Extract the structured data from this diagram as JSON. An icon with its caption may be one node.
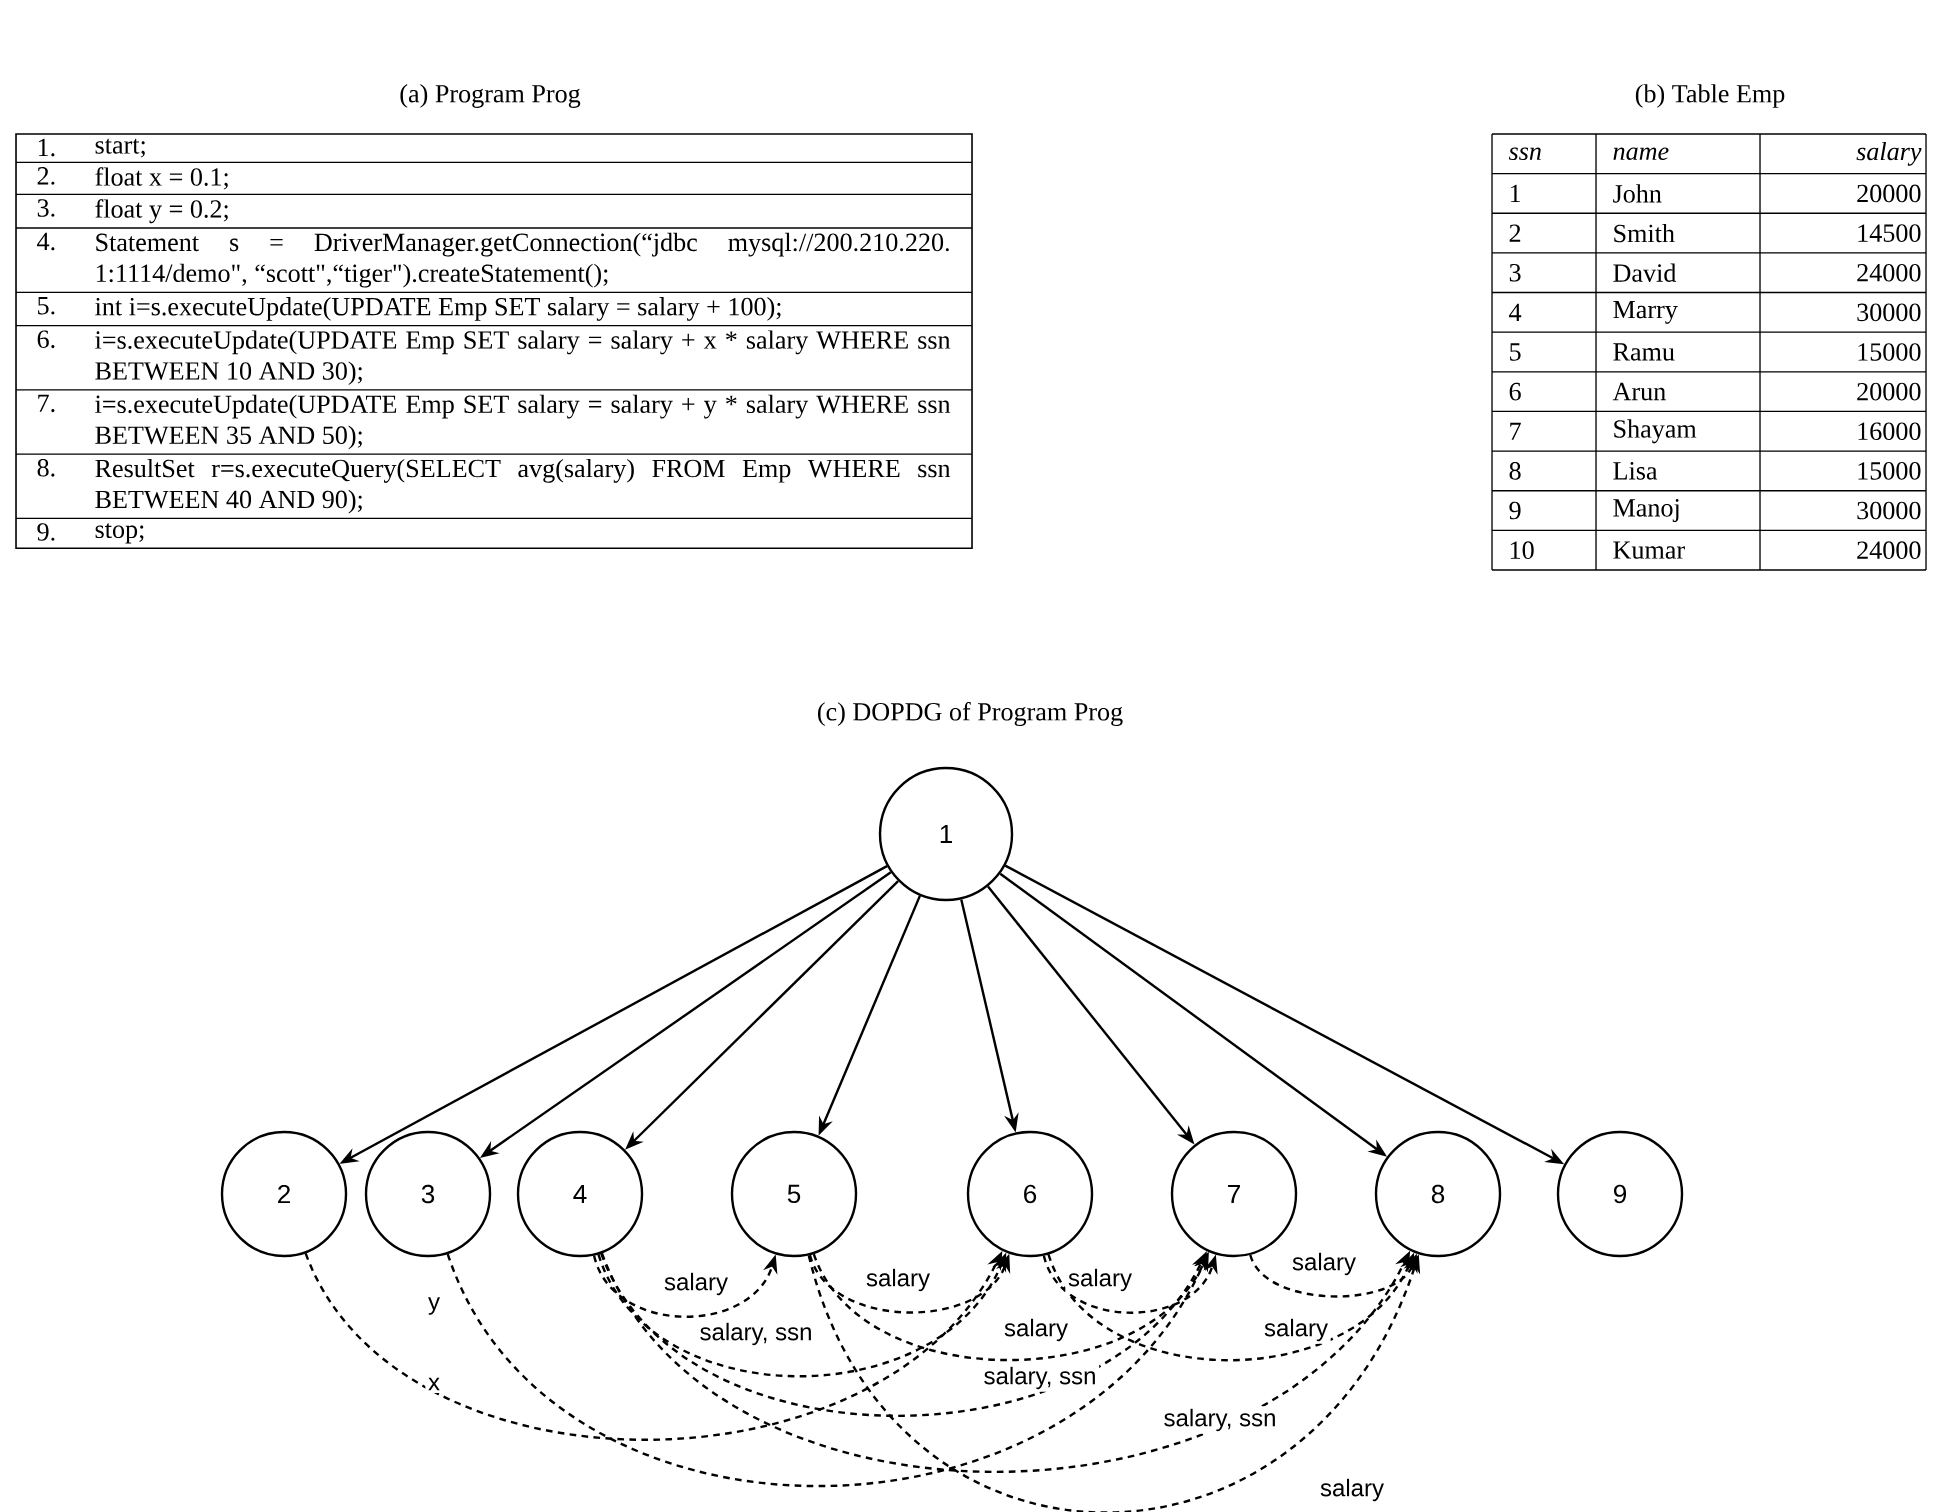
{
  "diagram": {
    "nodes": [
      {
        "text": [
          "1"
        ]
      },
      {
        "text": [
          "2"
        ]
      },
      {
        "text": [
          "3"
        ]
      },
      {
        "text": [
          "4"
        ]
      },
      {
        "text": [
          "5"
        ]
      },
      {
        "text": [
          "6"
        ]
      },
      {
        "text": [
          "7"
        ]
      },
      {
        "text": [
          "8"
        ]
      },
      {
        "text": [
          "9"
        ]
      }
    ],
    "edges": [
      {
        "from": 0,
        "to": 1,
        "arrow": "to"
      },
      {
        "from": 0,
        "to": 2,
        "arrow": "to"
      },
      {
        "from": 0,
        "to": 3,
        "arrow": "to"
      },
      {
        "from": 0,
        "to": 4,
        "arrow": "to"
      },
      {
        "from": 0,
        "to": 5,
        "arrow": "to"
      },
      {
        "from": 0,
        "to": 6,
        "arrow": "to"
      },
      {
        "from": 0,
        "to": 7,
        "arrow": "to"
      },
      {
        "from": 0,
        "to": 8,
        "arrow": "to"
      },
      {
        "from": 1,
        "to": 5,
        "arrow": "to",
        "style": "dashed",
        "label": "x"
      },
      {
        "from": 2,
        "to": 6,
        "arrow": "to",
        "style": "dashed",
        "label": "y"
      },
      {
        "from": 3,
        "to": 4,
        "arrow": "to",
        "style": "dashed",
        "label": "salary"
      },
      {
        "from": 3,
        "to": 5,
        "arrow": "to",
        "style": "dashed",
        "label": "salary, ssn"
      },
      {
        "from": 3,
        "to": 6,
        "arrow": "to",
        "style": "dashed",
        "label": "salary, ssn"
      },
      {
        "from": 3,
        "to": 7,
        "arrow": "to",
        "style": "dashed",
        "label": "salary, ssn"
      },
      {
        "from": 4,
        "to": 5,
        "arrow": "to",
        "style": "dashed",
        "label": "salary"
      },
      {
        "from": 4,
        "to": 6,
        "arrow": "to",
        "style": "dashed",
        "label": "salary"
      },
      {
        "from": 4,
        "to": 7,
        "arrow": "to",
        "style": "dashed",
        "label": "salary"
      },
      {
        "from": 5,
        "to": 6,
        "arrow": "to",
        "style": "dashed",
        "label": "salary"
      },
      {
        "from": 5,
        "to": 7,
        "arrow": "to",
        "style": "dashed",
        "label": "salary"
      },
      {
        "from": 6,
        "to": 7,
        "arrow": "to",
        "style": "dashed",
        "label": "salary"
      }
    ],
    "labels": [
      "(a) Program Prog",
      "(b) Table Emp",
      "1.",
      "start;",
      "2.",
      "float x = 0.1;",
      "3.",
      "float y = 0.2;",
      "4.",
      "Statement s = DriverManager.getConnection(“jdbc mysql://200.210.220. 1:1114/demo\", “scott\",“tiger\").createStatement();",
      "5.",
      "int i=s.executeUpdate(UPDATE Emp SET salary = salary + 100);",
      "6.",
      "i=s.executeUpdate(UPDATE Emp SET salary = salary + x * salary WHERE ssn BETWEEN 10 AND 30);",
      "7.",
      "i=s.executeUpdate(UPDATE Emp SET salary = salary + y * salary WHERE ssn BETWEEN 35 AND 50);",
      "8.",
      "ResultSet r=s.executeQuery(SELECT avg(salary) FROM Emp WHERE ssn BETWEEN 40 AND 90);",
      "9.",
      "stop;",
      "ssn",
      "name",
      "salary",
      "1",
      "John",
      "20000",
      "2",
      "Smith",
      "14500",
      "3",
      "David",
      "24000",
      "4",
      "Marry",
      "30000",
      "5",
      "Ramu",
      "15000",
      "6",
      "Arun",
      "20000",
      "7",
      "Shayam",
      "16000",
      "8",
      "Lisa",
      "15000",
      "9",
      "Manoj",
      "30000",
      "10",
      "Kumar",
      "24000",
      "(c) DOPDG of Program Prog"
    ]
  }
}
